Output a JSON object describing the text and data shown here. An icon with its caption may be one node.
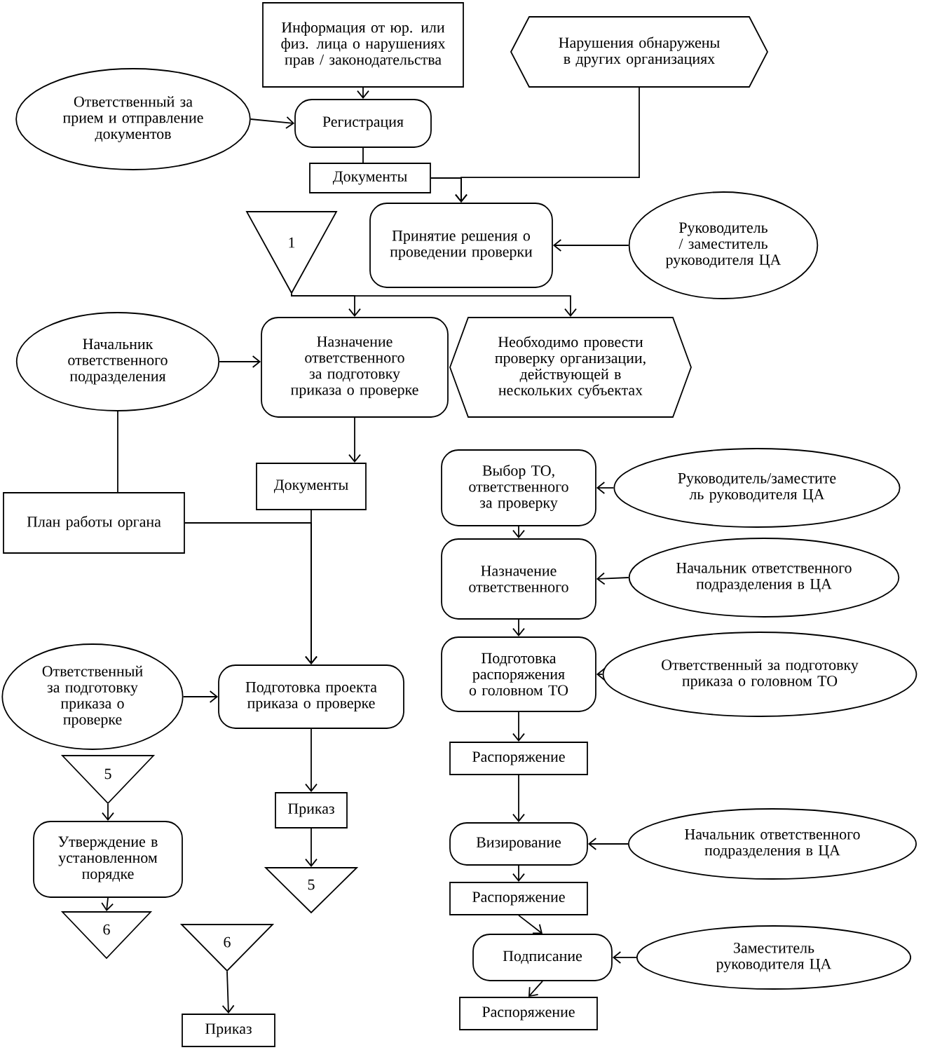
{
  "diagram": {
    "nodes": [
      {
        "text": [
          "Информация от юр. или физ. лица о нарушениях прав / законодательства"
        ]
      },
      {
        "text": [
          "Нарушения обнаружены в других организациях"
        ]
      },
      {
        "text": [
          "Ответственный за прием и отправление документов"
        ]
      },
      {
        "text": [
          "Регистрация"
        ]
      },
      {
        "text": [
          "Документы"
        ]
      },
      {
        "text": [
          "1"
        ]
      },
      {
        "text": [
          "Принятие решения о проведении проверки"
        ]
      },
      {
        "text": [
          "Руководитель / заместитель руководителя ЦА"
        ]
      },
      {
        "text": [
          "Начальник ответственного подразделения"
        ]
      },
      {
        "text": [
          "Назначение ответственного за подготовку приказа о проверке"
        ]
      },
      {
        "text": [
          "Необходимо провести проверку организации, действующей в нескольких субъектах"
        ]
      },
      {
        "text": [
          "Документы"
        ]
      },
      {
        "text": [
          "План работы органа"
        ]
      },
      {
        "text": [
          "Выбор ТО, ответственного за проверку"
        ]
      },
      {
        "text": [
          "Руководитель/заместите ль руководителя ЦА"
        ]
      },
      {
        "text": [
          "Назначение ответственного"
        ]
      },
      {
        "text": [
          "Начальник ответственного подразделения в ЦА"
        ]
      },
      {
        "text": [
          "Подготовка распоряжения о головном ТО"
        ]
      },
      {
        "text": [
          "Ответственный за подготовку приказа о головном ТО"
        ]
      },
      {
        "text": [
          "Ответственный за подготовку приказа о проверке"
        ]
      },
      {
        "text": [
          "Подготовка проекта приказа о проверке"
        ]
      },
      {
        "text": [
          "Распоряжение"
        ]
      },
      {
        "text": [
          "5"
        ]
      },
      {
        "text": [
          "Приказ"
        ]
      },
      {
        "text": [
          "Утверждение в установленном порядке"
        ]
      },
      {
        "text": [
          "Визирование"
        ]
      },
      {
        "text": [
          "Начальник ответственного подразделения в ЦА"
        ]
      },
      {
        "text": [
          "5"
        ]
      },
      {
        "text": [
          "Распоряжение"
        ]
      },
      {
        "text": [
          "6"
        ]
      },
      {
        "text": [
          "6"
        ]
      },
      {
        "text": [
          "Подписание"
        ]
      },
      {
        "text": [
          "Заместитель руководителя ЦА"
        ]
      },
      {
        "text": [
          "Распоряжение"
        ]
      },
      {
        "text": [
          "Приказ"
        ]
      }
    ],
    "edges": [
      {
        "from": 0,
        "to": 3,
        "arrow": "to"
      },
      {
        "from": 2,
        "to": 3,
        "arrow": "to"
      },
      {
        "from": 3,
        "to": 4,
        "arrow": "none"
      },
      {
        "from": 4,
        "to": 6,
        "arrow": "to"
      },
      {
        "from": 1,
        "to": 6,
        "arrow": "to"
      },
      {
        "from": 7,
        "to": 6,
        "arrow": "to"
      },
      {
        "from": 5,
        "to": 9,
        "arrow": "to"
      },
      {
        "from": 5,
        "to": 10,
        "arrow": "to"
      },
      {
        "from": 8,
        "to": 9,
        "arrow": "to"
      },
      {
        "from": 8,
        "to": 12,
        "arrow": "none"
      },
      {
        "from": 9,
        "to": 11,
        "arrow": "to"
      },
      {
        "from": 11,
        "to": 20,
        "arrow": "to"
      },
      {
        "from": 12,
        "to": 20,
        "arrow": "to"
      },
      {
        "from": 19,
        "to": 20,
        "arrow": "to"
      },
      {
        "from": 20,
        "to": 23,
        "arrow": "to"
      },
      {
        "from": 23,
        "to": 27,
        "arrow": "to"
      },
      {
        "from": 22,
        "to": 24,
        "arrow": "to"
      },
      {
        "from": 24,
        "to": 29,
        "arrow": "to"
      },
      {
        "from": 30,
        "to": 34,
        "arrow": "to"
      },
      {
        "from": 14,
        "to": 13,
        "arrow": "to"
      },
      {
        "from": 13,
        "to": 15,
        "arrow": "to"
      },
      {
        "from": 16,
        "to": 15,
        "arrow": "to"
      },
      {
        "from": 15,
        "to": 17,
        "arrow": "to"
      },
      {
        "from": 18,
        "to": 17,
        "arrow": "to"
      },
      {
        "from": 17,
        "to": 21,
        "arrow": "to"
      },
      {
        "from": 21,
        "to": 25,
        "arrow": "to"
      },
      {
        "from": 26,
        "to": 25,
        "arrow": "to"
      },
      {
        "from": 25,
        "to": 28,
        "arrow": "to"
      },
      {
        "from": 28,
        "to": 31,
        "arrow": "to"
      },
      {
        "from": 32,
        "to": 31,
        "arrow": "to"
      },
      {
        "from": 31,
        "to": 33,
        "arrow": "to"
      }
    ]
  }
}
